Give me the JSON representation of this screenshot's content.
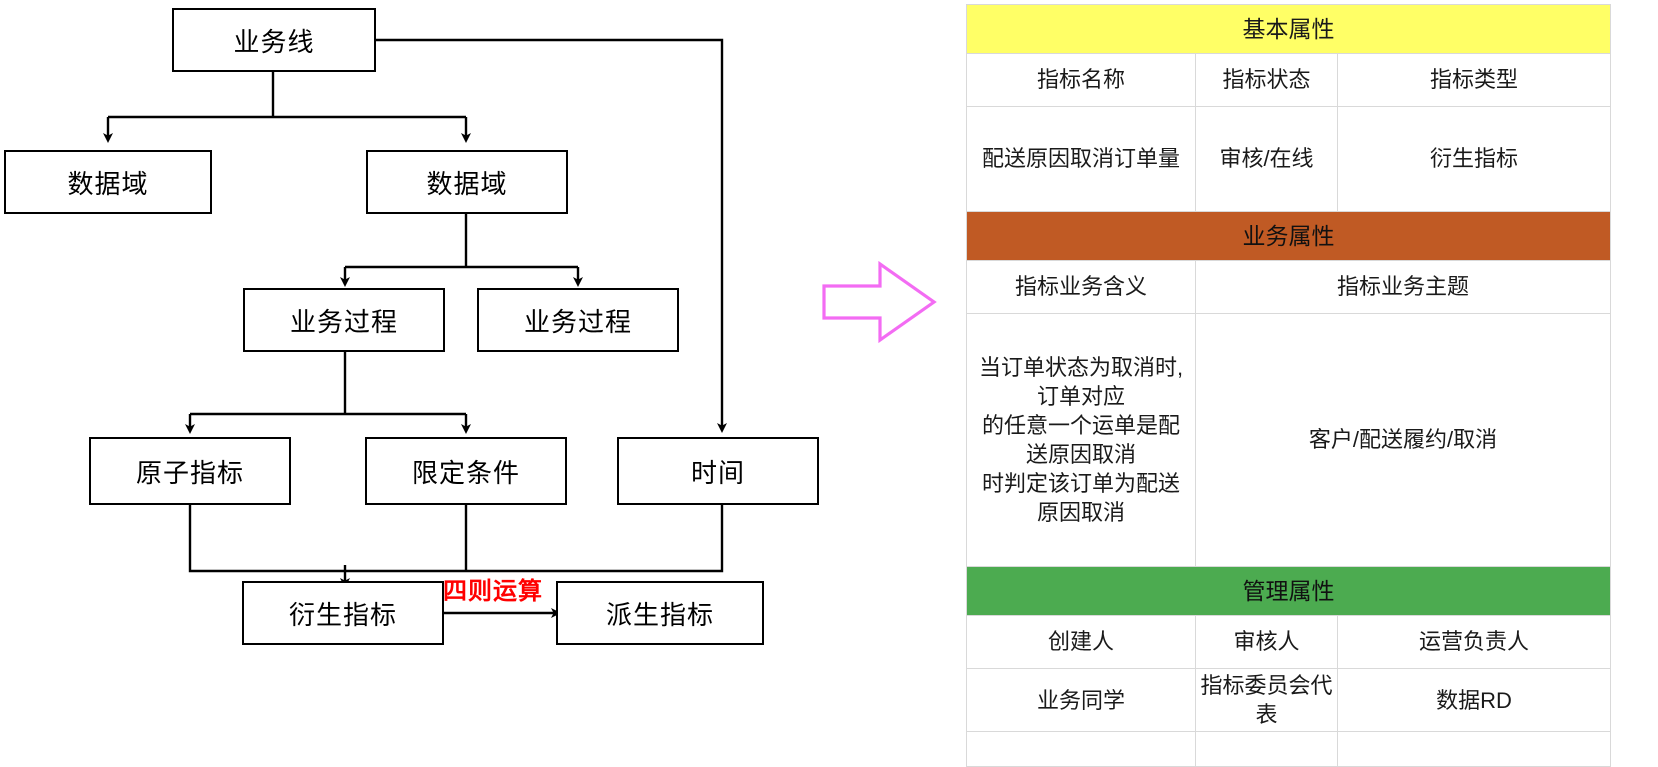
{
  "flowchart": {
    "nodes": [
      {
        "id": "business-line",
        "label": "业务线"
      },
      {
        "id": "data-domain-1",
        "label": "数据域"
      },
      {
        "id": "data-domain-2",
        "label": "数据域"
      },
      {
        "id": "business-process-1",
        "label": "业务过程"
      },
      {
        "id": "business-process-2",
        "label": "业务过程"
      },
      {
        "id": "atomic-metric",
        "label": "原子指标"
      },
      {
        "id": "qualifier",
        "label": "限定条件"
      },
      {
        "id": "time",
        "label": "时间"
      },
      {
        "id": "derivative-metric",
        "label": "衍生指标"
      },
      {
        "id": "derived-metric",
        "label": "派生指标"
      }
    ],
    "edge_label": "四则运算",
    "edge_label_color": "#ff0000",
    "line_color": "#000000"
  },
  "transition_arrow": {
    "name": "right-arrow",
    "color": "#f36cf3"
  },
  "attributes_table": {
    "sections": [
      {
        "band_title": "基本属性",
        "band_color": "#ffff66",
        "headers": [
          "指标名称",
          "指标状态",
          "指标类型"
        ],
        "values": [
          "配送原因取消订单量",
          "审核/在线",
          "衍生指标"
        ]
      },
      {
        "band_title": "业务属性",
        "band_color": "#c05a24",
        "headers": [
          "指标业务含义",
          "指标业务主题"
        ],
        "values": [
          "当订单状态为取消时,订单对应\n的任意一个运单是配送原因取消\n时判定该订单为配送原因取消",
          "客户/配送履约/取消"
        ]
      },
      {
        "band_title": "管理属性",
        "band_color": "#4cab50",
        "headers": [
          "创建人",
          "审核人",
          "运营负责人"
        ],
        "values": [
          "业务同学",
          "指标委员会代表",
          "数据RD"
        ]
      }
    ],
    "description_lines": [
      "当订单状态为取消时,",
      "订单对应",
      "的任意一个运单是配",
      "送原因取消",
      "时判定该订单为配送",
      "原因取消"
    ]
  }
}
